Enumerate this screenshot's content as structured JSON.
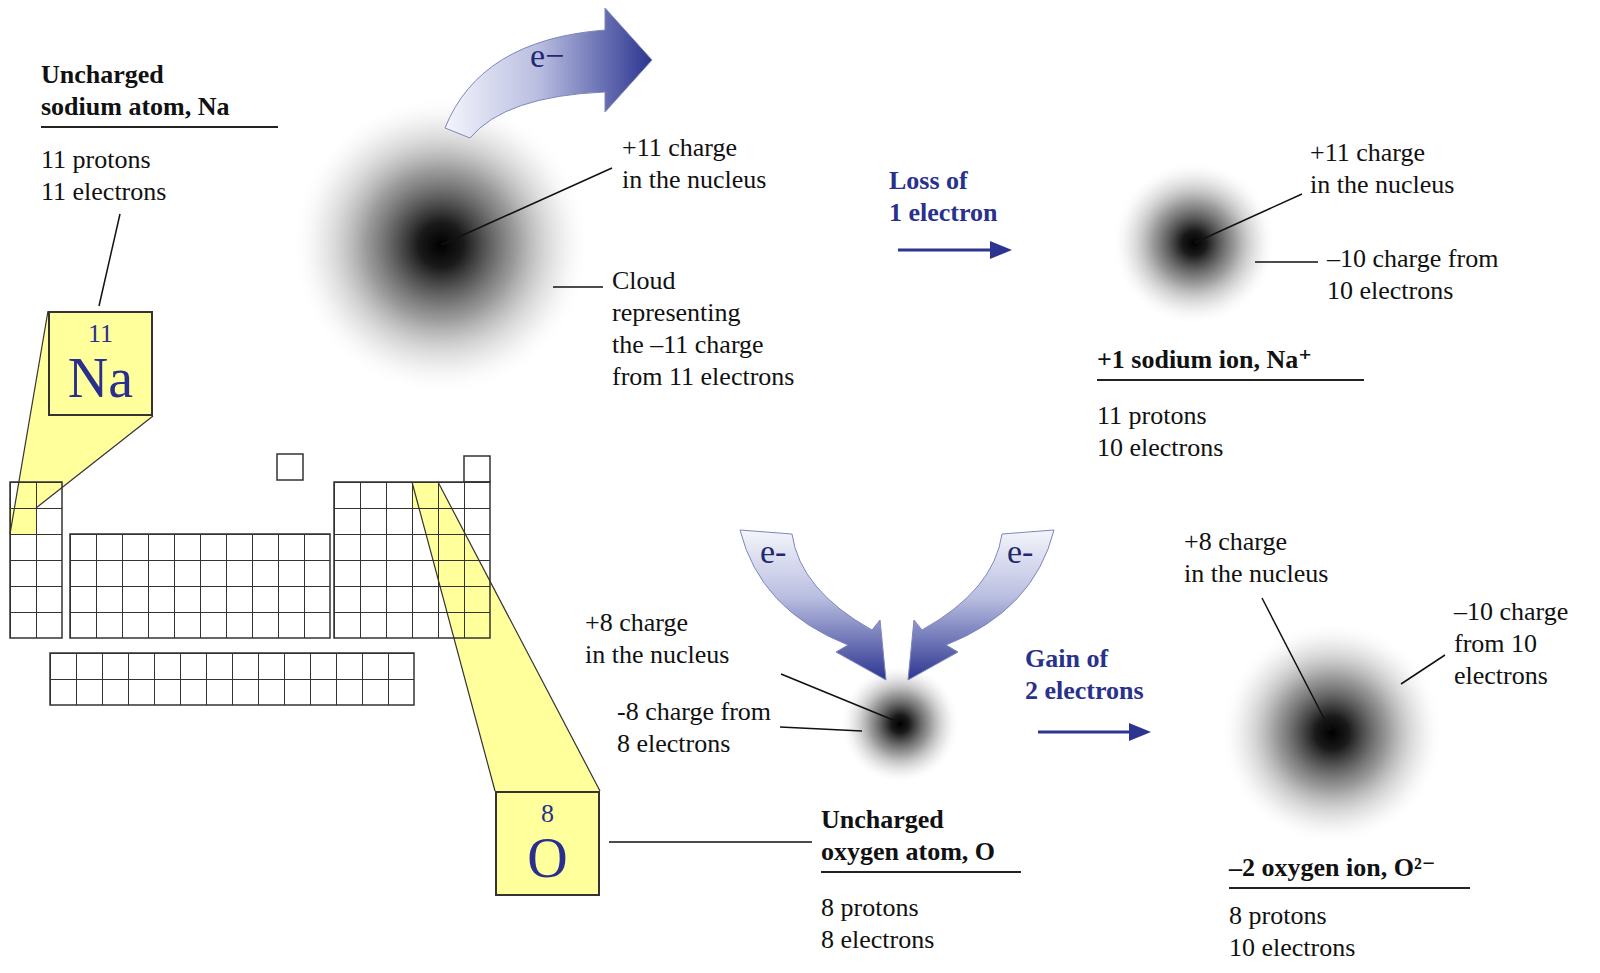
{
  "diagram": {
    "nodes": [
      {
        "text": [
          "11",
          "Na"
        ]
      },
      {
        "text": [
          "8",
          "O"
        ]
      }
    ],
    "labels": [
      "Uncharged sodium atom, Na",
      "11 protons 11 electrons",
      "e−",
      "+11 charge in the nucleus",
      "Cloud representing the –11 charge from 11 electrons",
      "Loss of 1 electron",
      "+11 charge in the nucleus",
      "–10 charge from 10 electrons",
      "+1 sodium ion, Na⁺",
      "11 protons 10 electrons",
      "e-",
      "e-",
      "+8 charge in the nucleus",
      "+8 charge in the nucleus",
      "-8 charge from 8 electrons",
      "Gain of 2 electrons",
      "–10 charge from 10 electrons",
      "Uncharged oxygen atom, O",
      "8 protons 8 electrons",
      "–2 oxygen ion, O²⁻",
      "8 protons 10 electrons"
    ]
  }
}
